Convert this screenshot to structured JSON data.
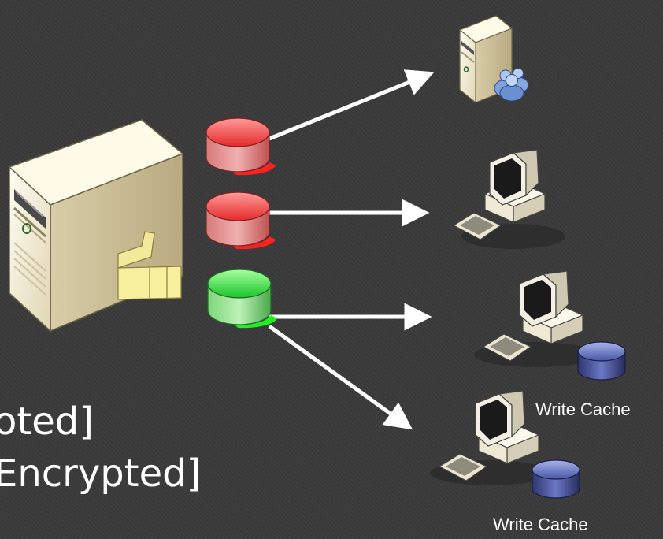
{
  "text_lines": [
    "oted]",
    "Encrypted]"
  ],
  "cache_labels": [
    "Write Cache",
    "Write Cache"
  ],
  "colors": {
    "background": "#3a3a3a",
    "arrow": "#ffffff",
    "disk_locked": "#e63c3c",
    "disk_unlocked": "#3fd44a",
    "write_cache_disk": "#3e4a8c",
    "server_body": "#f2ead0"
  },
  "icons": [
    "server-tower-icon",
    "sticky-note-icon",
    "red-disk-icon",
    "green-disk-icon",
    "user-server-icon",
    "workstation-icon",
    "cache-disk-icon"
  ]
}
